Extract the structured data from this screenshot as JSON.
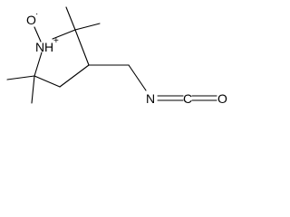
{
  "molecule": {
    "atoms": {
      "oxygen_radical": {
        "symbol": "O",
        "charge": "·"
      },
      "nitrogen": {
        "symbol": "N",
        "hydrogen": "H",
        "charge": "+"
      },
      "isocyanate_nitrogen": {
        "symbol": "N"
      },
      "carbon": {
        "symbol": "C"
      },
      "oxygen": {
        "symbol": "O"
      }
    }
  }
}
